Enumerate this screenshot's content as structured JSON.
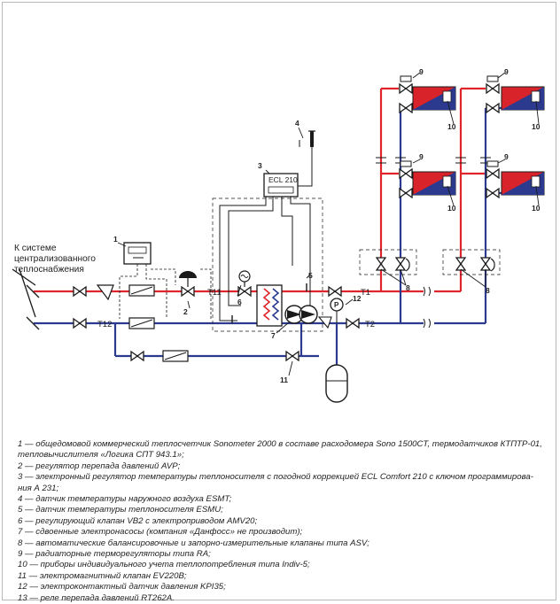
{
  "labels": {
    "source": [
      "К системе",
      "централизованного",
      "теплоснабжения"
    ],
    "t11": "T11",
    "t12": "T12",
    "t1": "T1",
    "t2": "T2",
    "ecl": "ECL 210",
    "p": "P",
    "n1": "1",
    "n2": "2",
    "n3": "3",
    "n4": "4",
    "n5": "5",
    "n6": "6",
    "n7": "7",
    "n8": "8",
    "n9": "9",
    "n10": "10",
    "n11": "11",
    "n12": "12"
  },
  "legend": [
    "1 — общедомовой коммерческий теплосчетчик Sonometer 2000 в составе расходомера Sono 1500CT, термодатчиков КТПТР-01,",
    "тепловычислителя «Логика СПТ 943.1»;",
    "2 — регулятор перепада давлений AVP;",
    "3 — электронный регулятор температуры теплоносителя с погодной коррекцией ECL Comfort 210 с ключом программирова-",
    "ния А 231;",
    "4 — датчик температуры наружного воздуха ESMT;",
    "5 — датчик температуры теплоносителя ESMU;",
    "6 — регулирующий клапан VB2 с электроприводом AMV20;",
    "7 — сдвоенные электронасосы (компания «Данфосс» не производит);",
    "8 — автоматические балансировочные и запорно-измерительные клапаны типа ASV;",
    "9 — радиаторные терморегуляторы типа RA;",
    "10 — приборы индивидуального учета теплопотребления типа Indiv-5;",
    "11 — электромагнитный клапан EV220B;",
    "12 — электроконтактный датчик давления KPI35;",
    "13 — реле перепада давлений RT262A."
  ],
  "colors": {
    "supply": "#e0242b",
    "return": "#2b3a8f",
    "line": "#1a1a1a",
    "radiator_red": "#d8232a",
    "radiator_blue": "#2b3a8f"
  }
}
